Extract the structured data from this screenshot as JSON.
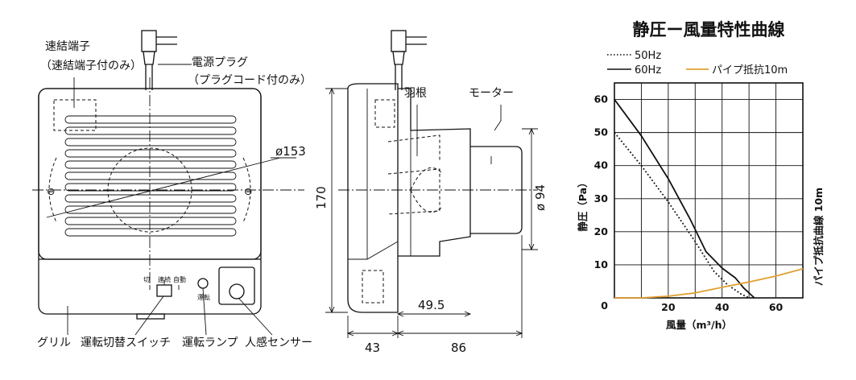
{
  "front_view": {
    "callouts": {
      "terminal": "速結端子",
      "terminal_note": "（速結端子付のみ）",
      "plug": "電源プラグ",
      "plug_note": "（プラグコード付のみ）",
      "grille": "グリル",
      "switch": "運転切替スイッチ",
      "lamp": "運転ランプ",
      "sensor": "人感センサー"
    },
    "switch_marks": [
      "切",
      "連続",
      "自動"
    ],
    "lamp_mark": "運転",
    "diameter_label": "ø153"
  },
  "side_view": {
    "callouts": {
      "blade": "羽根",
      "motor": "モーター"
    },
    "dimensions": {
      "height": "170",
      "motor_diameter": "ø 94",
      "offset": "49.5",
      "depth_front": "43",
      "depth_rear": "86"
    }
  },
  "chart_data": {
    "type": "line",
    "title": "静圧ー風量特性曲線",
    "xlabel": "風量（m³/h）",
    "ylabel": "静圧（Pa）",
    "y2label": "パイプ抵抗曲線 10m",
    "xlim": [
      0,
      70
    ],
    "ylim": [
      0,
      65
    ],
    "xticks": [
      0,
      20,
      40,
      60
    ],
    "yticks": [
      10,
      20,
      30,
      40,
      50,
      60
    ],
    "y_zero_label": "0",
    "grid": true,
    "legend_position": "top",
    "series": [
      {
        "name": "50Hz",
        "style": "dotted",
        "color": "#111111",
        "x": [
          0,
          10,
          20,
          30,
          37,
          42,
          47,
          50
        ],
        "y": [
          50,
          40,
          29,
          17,
          8,
          4,
          1.2,
          0
        ]
      },
      {
        "name": "60Hz",
        "style": "solid",
        "color": "#111111",
        "x": [
          0,
          10,
          20,
          28,
          34,
          40,
          45,
          48,
          52
        ],
        "y": [
          60,
          49,
          36,
          24,
          14,
          9,
          6,
          3,
          0
        ]
      },
      {
        "name": "パイプ抵抗10m",
        "style": "solid",
        "color": "#e0a030",
        "x": [
          0,
          10,
          20,
          30,
          40,
          50,
          60,
          70
        ],
        "y": [
          0,
          0,
          0.5,
          1.5,
          3.2,
          4.8,
          6.6,
          8.8
        ]
      }
    ]
  }
}
